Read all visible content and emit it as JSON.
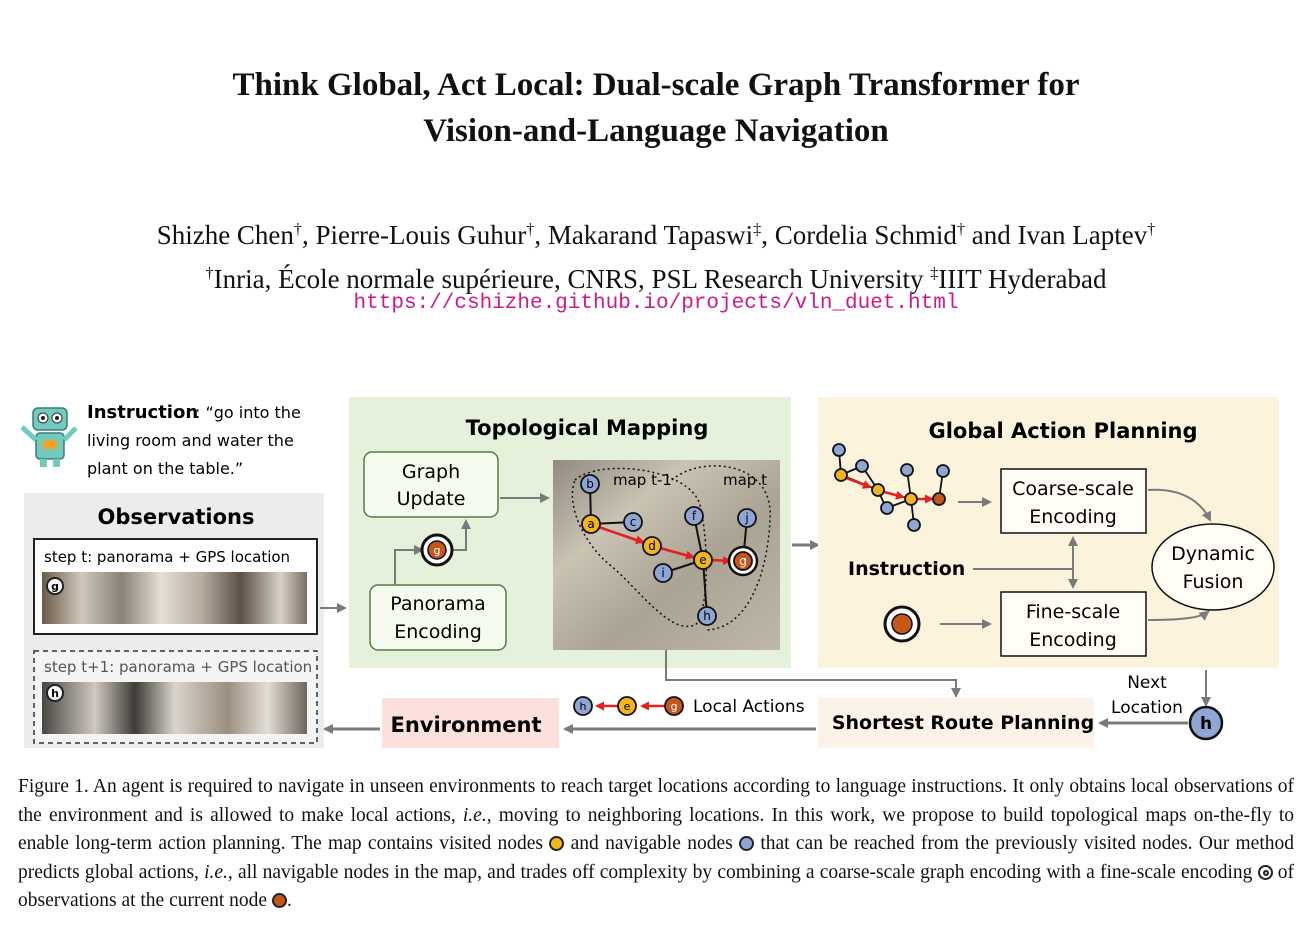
{
  "paper": {
    "title_line1": "Think Global, Act Local: Dual-scale Graph Transformer for",
    "title_line2": "Vision-and-Language Navigation",
    "authors": [
      {
        "name": "Shizhe Chen",
        "mark": "†",
        "sep": ", "
      },
      {
        "name": "Pierre-Louis Guhur",
        "mark": "†",
        "sep": ", "
      },
      {
        "name": "Makarand Tapaswi",
        "mark": "‡",
        "sep": ", "
      },
      {
        "name": "Cordelia Schmid",
        "mark": "†",
        "sep": " and "
      },
      {
        "name": "Ivan Laptev",
        "mark": "†",
        "sep": ""
      }
    ],
    "affil1_mark": "†",
    "affil1": "Inria, École normale supérieure, CNRS, PSL Research University",
    "affil2_mark": "‡",
    "affil2": "IIIT Hyderabad",
    "url": "https://cshizhe.github.io/projects/vln_duet.html"
  },
  "figure": {
    "instruction_label": "Instruction",
    "instruction_text": ": “go into the",
    "instruction_line2": "living room and water the",
    "instruction_line3": "plant on the table.”",
    "observations_title": "Observations",
    "step_t": "step t: panorama + GPS location",
    "step_t1": "step t+1: panorama + GPS location",
    "topo_title": "Topological Mapping",
    "graph_update_1": "Graph",
    "graph_update_2": "Update",
    "panorama_enc_1": "Panorama",
    "panorama_enc_2": "Encoding",
    "map_t1": "map t-1",
    "map_t": "map t",
    "gap_title": "Global Action Planning",
    "coarse_1": "Coarse-scale",
    "coarse_2": "Encoding",
    "fine_1": "Fine-scale",
    "fine_2": "Encoding",
    "instruction_node": "Instruction",
    "dynamic_1": "Dynamic",
    "dynamic_2": "Fusion",
    "next_1": "Next",
    "next_2": "Location",
    "shortest": "Shortest Route Planning",
    "environment": "Environment",
    "local_actions": "Local Actions",
    "nodes": {
      "a": "a",
      "b": "b",
      "c": "c",
      "d": "d",
      "e": "e",
      "f": "f",
      "g": "g",
      "h": "h",
      "i": "i",
      "j": "j"
    }
  },
  "caption": {
    "part1": "Figure 1.  An agent is required to navigate in unseen environments to reach target locations according to language instructions.  It only obtains local observations of the environment and is allowed to make local actions, ",
    "ie1": "i.e.",
    "part2": ", moving to neighboring locations.  In this work, we propose to build topological maps on-the-fly to enable long-term action planning.  The map contains visited nodes ",
    "part3": " and navigable nodes ",
    "part4": " that can be reached from the previously visited nodes.  Our method predicts global actions, ",
    "ie2": "i.e.",
    "part5": ", all navigable nodes in the map, and trades off complexity by combining a coarse-scale graph encoding with a fine-scale encoding ",
    "part6": " of observations at the current node ",
    "part7": "."
  },
  "colors": {
    "visited": "#f2b51c",
    "navigable": "#8fa6d4",
    "current": "#c5571a",
    "url": "#cc1a8a",
    "topo_bg": "#e6f1dc",
    "gap_bg": "#fbf3dc",
    "env_bg": "#fbe0dc"
  }
}
